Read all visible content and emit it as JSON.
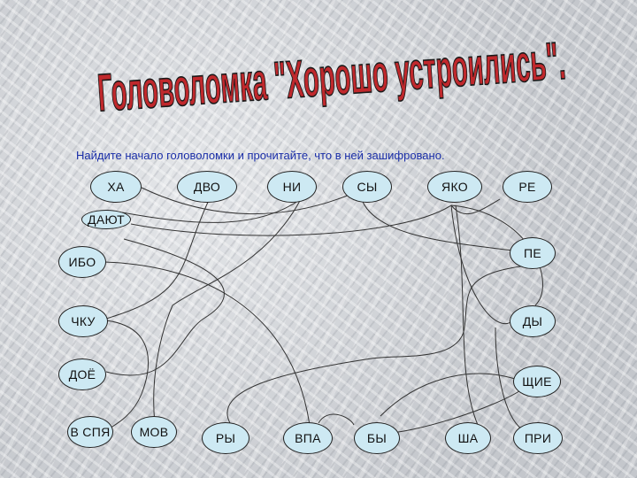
{
  "slide": {
    "title": "Головоломка \"Хорошо устроились\".",
    "instruction": "Найдите начало головоломки и прочитайте, что в ней зашифровано."
  },
  "syllables": {
    "ha": "ХА",
    "dvo": "ДВО",
    "ni": "НИ",
    "sy": "СЫ",
    "yako": "ЯКО",
    "re": "РЕ",
    "dayut": "ДАЮТ",
    "ibo": "ИБО",
    "pe": "ПЕ",
    "chku": "ЧКУ",
    "dy": "ДЫ",
    "doyo": "ДОЁ",
    "shchie": "ЩИЕ",
    "v_spya": "В СПЯ",
    "mov": "МОВ",
    "ry": "РЫ",
    "vpa": "ВПА",
    "by": "БЫ",
    "sha": "ША",
    "pri": "ПРИ"
  },
  "colors": {
    "title_fill": "#c0282c",
    "title_outline": "#1a1a1a",
    "instruction_text": "#1a2ea8",
    "node_fill": "#cde9f3",
    "wire": "#333333"
  }
}
